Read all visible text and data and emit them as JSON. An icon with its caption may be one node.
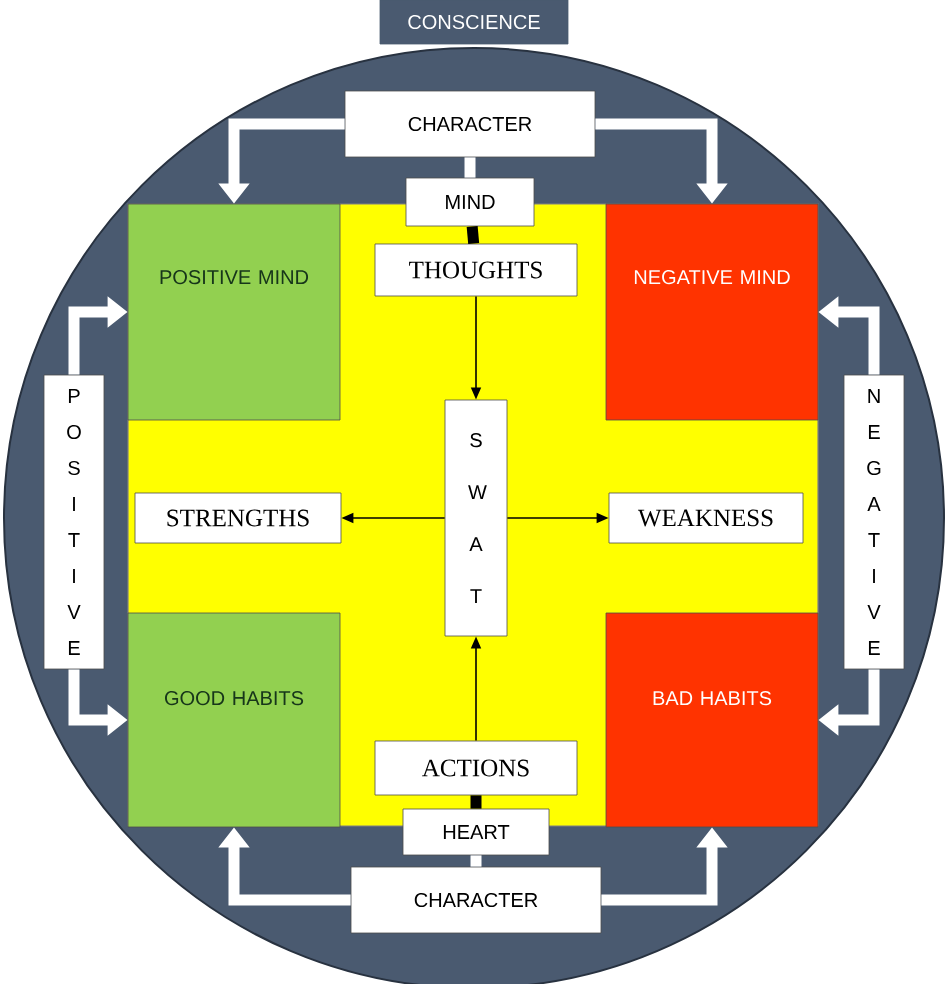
{
  "diagram": {
    "nodes": [
      {
        "text": [
          "CONSCIENCE"
        ]
      },
      {
        "text": [
          "CHARACTER"
        ]
      },
      {
        "text": [
          "MIND"
        ]
      },
      {
        "text": [
          "POSITIVE MIND"
        ]
      },
      {
        "text": [
          "NEGATIVE MIND"
        ]
      },
      {
        "text": [
          "THOUGHTS"
        ]
      },
      {
        "text": [
          "S W A T"
        ]
      },
      {
        "text": [
          "STRENGTHS"
        ]
      },
      {
        "text": [
          "WEAKNESS"
        ]
      },
      {
        "text": [
          "P O S I T I V E"
        ]
      },
      {
        "text": [
          "N E G A T I V E"
        ]
      },
      {
        "text": [
          "GOOD HABITS"
        ]
      },
      {
        "text": [
          "BAD HABITS"
        ]
      },
      {
        "text": [
          "ACTIONS"
        ]
      },
      {
        "text": [
          "HEART"
        ]
      },
      {
        "text": [
          "CHARACTER"
        ]
      }
    ],
    "edges": [
      {
        "from": 1,
        "to": 3,
        "arrow": "to"
      },
      {
        "from": 1,
        "to": 4,
        "arrow": "to"
      },
      {
        "from": 1,
        "to": 2,
        "arrow": "none"
      },
      {
        "from": 2,
        "to": 5,
        "arrow": "none",
        "color": "#000000"
      },
      {
        "from": 5,
        "to": 6,
        "arrow": "to",
        "color": "#000000"
      },
      {
        "from": 6,
        "to": 7,
        "arrow": "to",
        "color": "#000000"
      },
      {
        "from": 6,
        "to": 8,
        "arrow": "to",
        "color": "#000000"
      },
      {
        "from": 13,
        "to": 6,
        "arrow": "to",
        "color": "#000000"
      },
      {
        "from": 14,
        "to": 13,
        "arrow": "none",
        "color": "#000000"
      },
      {
        "from": 15,
        "to": 14,
        "arrow": "none"
      },
      {
        "from": 15,
        "to": 11,
        "arrow": "to"
      },
      {
        "from": 15,
        "to": 12,
        "arrow": "to"
      },
      {
        "from": 9,
        "to": 3,
        "arrow": "to"
      },
      {
        "from": 9,
        "to": 11,
        "arrow": "to"
      },
      {
        "from": 10,
        "to": 4,
        "arrow": "to"
      },
      {
        "from": 10,
        "to": 12,
        "arrow": "to"
      }
    ]
  }
}
